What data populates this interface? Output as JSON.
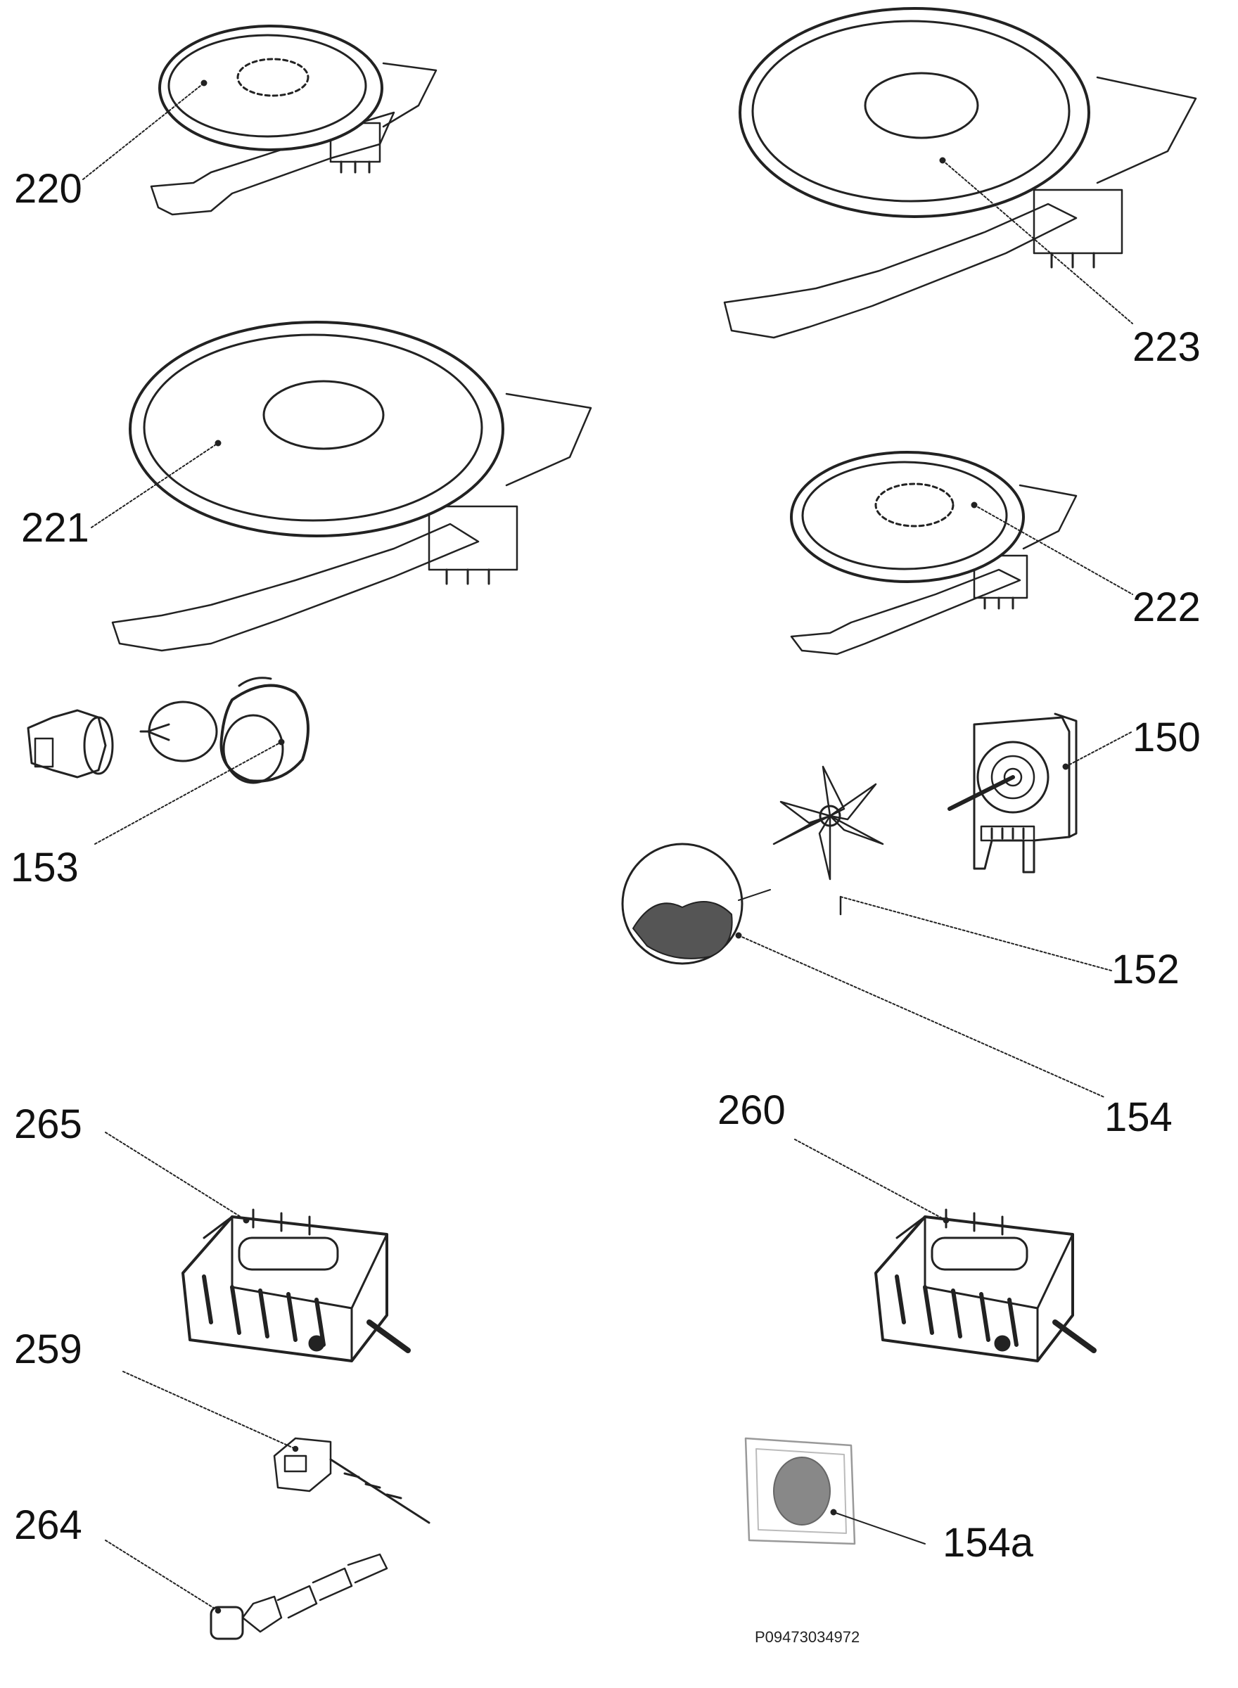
{
  "callouts": {
    "c220": "220",
    "c223": "223",
    "c221": "221",
    "c222": "222",
    "c153": "153",
    "c150": "150",
    "c152": "152",
    "c154": "154",
    "c265": "265",
    "c260": "260",
    "c259": "259",
    "c264": "264",
    "c154a": "154a"
  },
  "document_id": "P09473034972"
}
